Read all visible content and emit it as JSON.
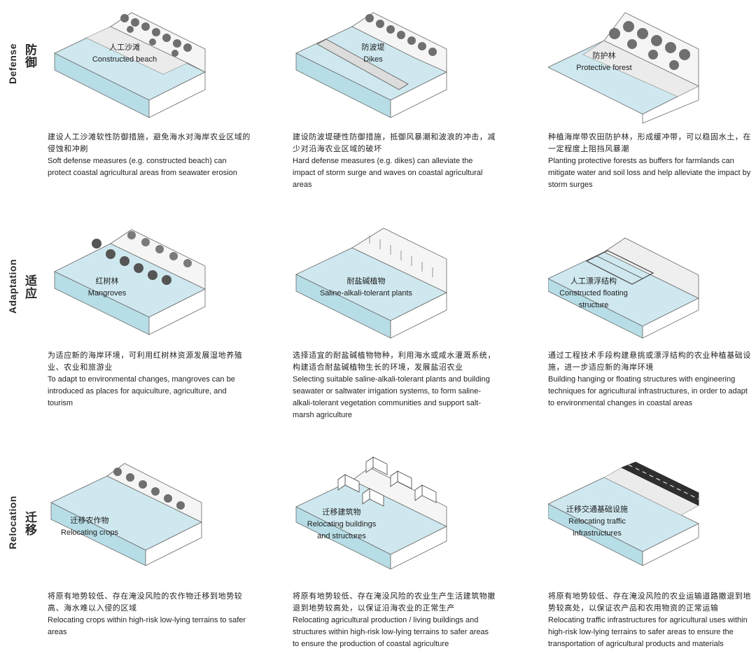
{
  "rows": [
    {
      "zh": "防御",
      "en": "Defense"
    },
    {
      "zh": "适应",
      "en": "Adaptation"
    },
    {
      "zh": "迁移",
      "en": "Relocation"
    }
  ],
  "cells": [
    {
      "label_zh": "人工沙滩",
      "label_en": "Constructed beach",
      "desc_zh": "建设人工沙滩软性防御措施，避免海水对海岸农业区域的侵蚀和冲刷",
      "desc_en": "Soft defense measures (e.g. constructed beach) can protect coastal agricultural areas from seawater erosion"
    },
    {
      "label_zh": "防波堤",
      "label_en": "Dikes",
      "desc_zh": "建设防波堤硬性防御措施，抵御风暴潮和波浪的冲击，减少对沿海农业区域的破坏",
      "desc_en": "Hard defense measures (e.g. dikes) can alleviate the impact of storm surge and waves on coastal agricultural areas"
    },
    {
      "label_zh": "防护林",
      "label_en": "Protective forest",
      "desc_zh": "种植海岸带农田防护林，形成缓冲带，可以稳固水土，在一定程度上阻挡风暴潮",
      "desc_en": "Planting protective forests as buffers for farmlands can mitigate water and soil loss and help alleviate the impact by storm surges"
    },
    {
      "label_zh": "红树林",
      "label_en": "Mangroves",
      "desc_zh": "为适应新的海岸环境，可利用红树林资源发展湿地养殖业、农业和旅游业",
      "desc_en": "To adapt to environmental changes, mangroves can be introduced as places for aquiculture, agriculture, and tourism"
    },
    {
      "label_zh": "耐盐碱植物",
      "label_en": "Saline-alkali-tolerant plants",
      "desc_zh": "选择适宜的耐盐碱植物物种，利用海水或咸水灌溉系统，构建适合耐盐碱植物生长的环境，发展盐沼农业",
      "desc_en": "Selecting suitable saline-alkali-tolerant plants and building seawater or saltwater irrigation systems, to form saline-alkali-tolerant vegetation communities and support salt-marsh agriculture"
    },
    {
      "label_zh": "人工漂浮结构",
      "label_en": "Constructed floating structure",
      "desc_zh": "通过工程技术手段构建悬挑或漂浮结构的农业种植基础设施，进一步适应新的海岸环境",
      "desc_en": "Building hanging or floating structures with engineering techniques for agricultural infrastructures, in order to adapt to environmental changes in coastal areas"
    },
    {
      "label_zh": "迁移农作物",
      "label_en": "Relocating crops",
      "desc_zh": "将原有地势较低、存在淹没风险的农作物迁移到地势较高、海水难以入侵的区域",
      "desc_en": "Relocating crops within high-risk low-lying terrains to safer areas"
    },
    {
      "label_zh": "迁移建筑物",
      "label_en": "Relocating buildings and structures",
      "desc_zh": "将原有地势较低、存在淹没风险的农业生产生活建筑物撤退到地势较高处，以保证沿海农业的正常生产",
      "desc_en": "Relocating agricultural production / living buildings and structures within high-risk low-lying terrains to safer areas to ensure the production of coastal agriculture"
    },
    {
      "label_zh": "迁移交通基础设施",
      "label_en": "Relocating traffic infrastructures",
      "desc_zh": "将原有地势较低、存在淹没风险的农业运输道路撤退到地势较高处，以保证农产品和农用物资的正常运输",
      "desc_en": "Relocating traffic infrastructures for agricultural uses within high-risk low-lying terrains to safer areas to ensure the transportation of agricultural products and materials"
    }
  ],
  "colors": {
    "water": "#cfe8ef",
    "water_edge": "#9fcfdc",
    "sand": "#ebebeb",
    "land": "#f7f7f7"
  }
}
